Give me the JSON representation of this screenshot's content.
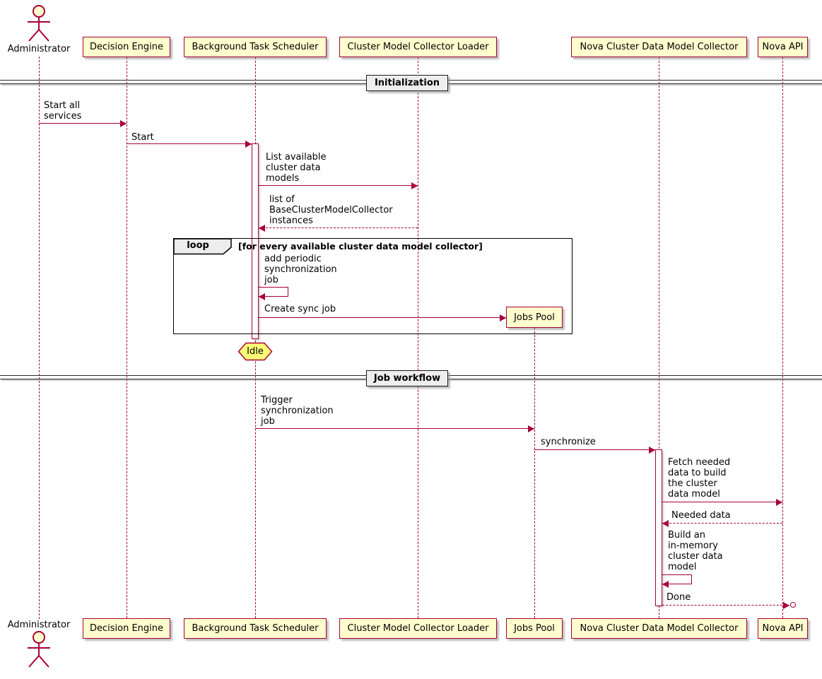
{
  "actor": {
    "label": "Administrator"
  },
  "participants": {
    "decision_engine": {
      "label": "Decision Engine"
    },
    "scheduler": {
      "label": "Background Task Scheduler"
    },
    "loader": {
      "label": "Cluster Model Collector Loader"
    },
    "jobs_pool": {
      "label": "Jobs Pool"
    },
    "collector": {
      "label": "Nova Cluster Data Model Collector"
    },
    "nova_api": {
      "label": "Nova API"
    }
  },
  "dividers": {
    "initialization": {
      "label": "Initialization"
    },
    "job_workflow": {
      "label": "Job workflow"
    }
  },
  "loop_frame": {
    "keyword": "loop",
    "guard": "[for every available cluster data model collector]"
  },
  "notes": {
    "idle": {
      "label": "Idle"
    }
  },
  "messages": {
    "start_all_services": {
      "text": "Start all\nservices"
    },
    "start": {
      "text": "Start"
    },
    "list_available": {
      "text": "List available\ncluster data\nmodels"
    },
    "list_of_instances": {
      "text": "list of\nBaseClusterModelCollector\ninstances"
    },
    "add_periodic": {
      "text": "add periodic\nsynchronization\njob"
    },
    "create_sync_job": {
      "text": "Create sync job"
    },
    "trigger": {
      "text": "Trigger\nsynchronization\njob"
    },
    "synchronize": {
      "text": "synchronize"
    },
    "fetch_needed": {
      "text": "Fetch needed\ndata to build\nthe cluster\ndata model"
    },
    "needed_data": {
      "text": "Needed data"
    },
    "build_model": {
      "text": "Build an\nin-memory\ncluster data\nmodel"
    },
    "done": {
      "text": "Done"
    }
  },
  "colors": {
    "participant_fill": "#FEFECE",
    "participant_border": "#A80036",
    "message_color": "#A80036",
    "lifeline_color": "#A80036",
    "note_fill": "#FBFB77",
    "divider_label_fill": "#EEEEEE",
    "frame_border": "#000000",
    "text_color": "#000000",
    "background": "#FFFFFF"
  }
}
